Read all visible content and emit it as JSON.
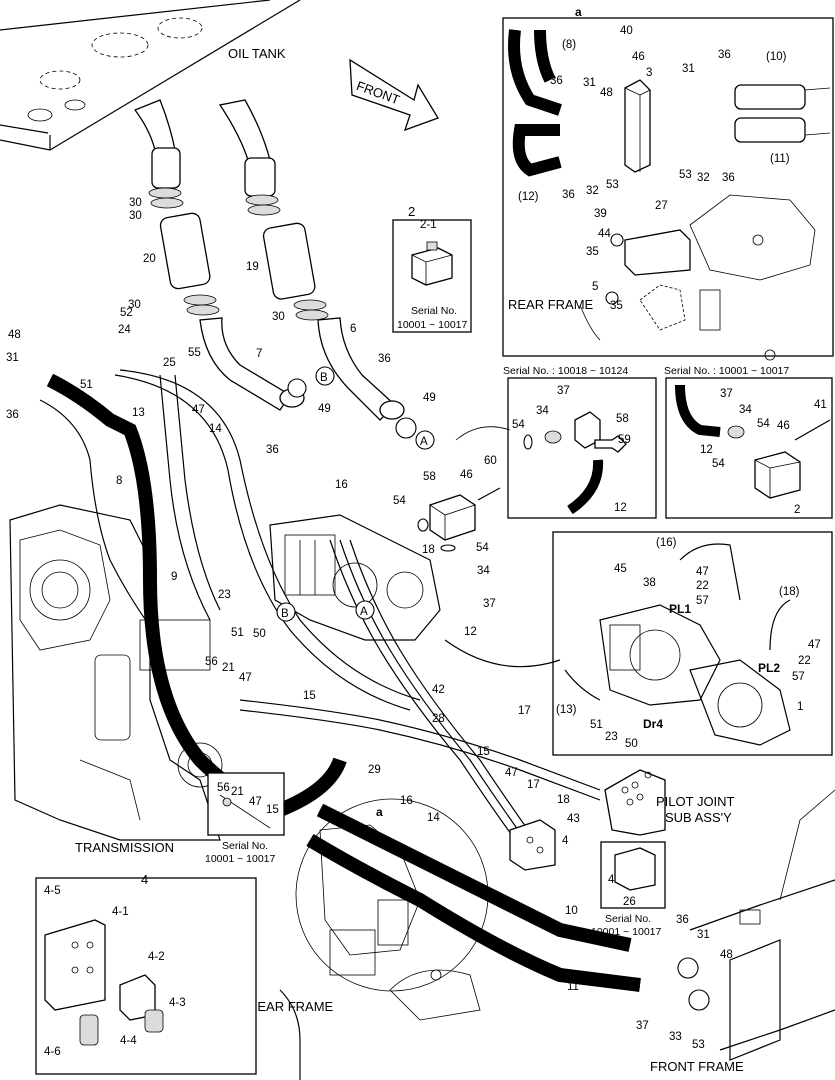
{
  "labels": {
    "oil_tank": "OIL TANK",
    "front": "FRONT",
    "transmission": "TRANSMISSION",
    "rear_frame_main": "REAR FRAME",
    "rear_frame_detail": "REAR FRAME",
    "front_frame": "FRONT FRAME",
    "pilot_joint_line1": "PILOT JOINT",
    "pilot_joint_line2": "SUB ASS'Y"
  },
  "serials": {
    "box2_title": "2",
    "box2_part": "2-1",
    "box2_serial_line1": "Serial No.",
    "box2_serial_line2": "10001 ~ 10017",
    "det58_serial": "Serial No. : 10018 ~ 10124",
    "det2_serial": "Serial No. : 10001 ~ 10017",
    "small56_line1": "Serial No.",
    "small56_line2": "10001 ~ 10017",
    "small4_line1": "Serial No.",
    "small4_line2": "10001 ~ 10017"
  },
  "markers": {
    "a_detail": "a",
    "a_main": "a",
    "A": "A",
    "B": "B"
  },
  "pump_ports": {
    "pl1": "PL1",
    "pl2": "PL2",
    "dr4": "Dr4"
  },
  "box4": {
    "title": "4",
    "parts": [
      "4-5",
      "4-1",
      "4-2",
      "4-3",
      "4-4",
      "4-6"
    ]
  },
  "callouts_main": [
    "30",
    "30",
    "20",
    "19",
    "30",
    "30",
    "52",
    "24",
    "48",
    "31",
    "51",
    "36",
    "25",
    "55",
    "47",
    "7",
    "13",
    "6",
    "36",
    "49",
    "49",
    "14",
    "36",
    "8",
    "16",
    "58",
    "46",
    "60",
    "54",
    "54",
    "18",
    "34",
    "37",
    "12",
    "9",
    "23",
    "51",
    "50",
    "56",
    "21",
    "47",
    "42",
    "28",
    "15",
    "17",
    "29",
    "47",
    "15",
    "17",
    "18",
    "16",
    "14",
    "43",
    "4",
    "10",
    "11",
    "36",
    "31",
    "48",
    "37",
    "33",
    "53",
    "56",
    "21",
    "47",
    "15",
    "4",
    "26"
  ],
  "callouts_a_detail": [
    "(8)",
    "40",
    "46",
    "3",
    "36",
    "31",
    "48",
    "31",
    "36",
    "(10)",
    "(12)",
    "36",
    "32",
    "53",
    "53",
    "32",
    "36",
    "(11)",
    "27",
    "39",
    "44",
    "35",
    "5",
    "35"
  ],
  "callouts_58_detail": [
    "37",
    "34",
    "58",
    "54",
    "59",
    "12"
  ],
  "callouts_2_detail": [
    "37",
    "34",
    "41",
    "46",
    "12",
    "54",
    "54",
    "2"
  ],
  "callouts_pump_detail": [
    "(16)",
    "47",
    "22",
    "57",
    "45",
    "38",
    "(18)",
    "47",
    "22",
    "57",
    "(13)",
    "51",
    "23",
    "50",
    "1"
  ]
}
